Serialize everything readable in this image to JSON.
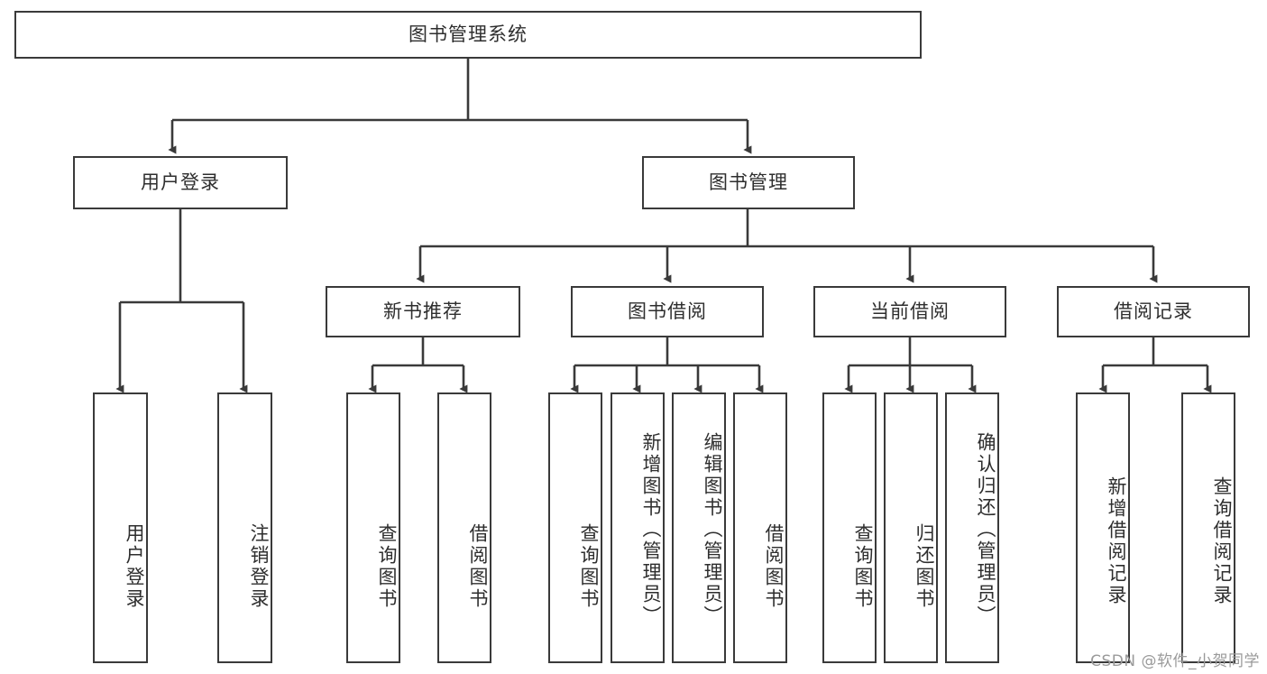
{
  "diagram": {
    "title": "图书管理系统",
    "watermark": "CSDN @软件_小贺同学",
    "line_color": "#3a3a3a",
    "text_color": "#2e2e2e",
    "background": "#ffffff",
    "levels": {
      "root": "图书管理系统",
      "level2": [
        "用户登录",
        "图书管理"
      ],
      "level3": [
        "新书推荐",
        "图书借阅",
        "当前借阅",
        "借阅记录"
      ]
    },
    "nodes": {
      "root": "图书管理系统",
      "user_login": "用户登录",
      "book_manage": "图书管理",
      "new_book_rec": "新书推荐",
      "book_borrow": "图书借阅",
      "current_borrow": "当前借阅",
      "borrow_record": "借阅记录",
      "leaf_user_login": "用户登录",
      "leaf_logout": "注销登录",
      "leaf_query_book_1": "查询图书",
      "leaf_borrow_book_1": "借阅图书",
      "leaf_query_book_2": "查询图书",
      "leaf_add_book_admin": "新增图书（管理员）",
      "leaf_edit_book_admin": "编辑图书（管理员）",
      "leaf_borrow_book_2": "借阅图书",
      "leaf_query_book_3": "查询图书",
      "leaf_return_book": "归还图书",
      "leaf_confirm_return_admin": "确认归还（管理员）",
      "leaf_add_record": "新增借阅记录",
      "leaf_query_record": "查询借阅记录"
    },
    "tree": {
      "name": "图书管理系统",
      "children": [
        {
          "name": "用户登录",
          "children": [
            {
              "name": "用户登录",
              "children": []
            },
            {
              "name": "注销登录",
              "children": []
            }
          ]
        },
        {
          "name": "图书管理",
          "children": [
            {
              "name": "新书推荐",
              "children": [
                {
                  "name": "查询图书",
                  "children": []
                },
                {
                  "name": "借阅图书",
                  "children": []
                }
              ]
            },
            {
              "name": "图书借阅",
              "children": [
                {
                  "name": "查询图书",
                  "children": []
                },
                {
                  "name": "新增图书（管理员）",
                  "children": []
                },
                {
                  "name": "编辑图书（管理员）",
                  "children": []
                },
                {
                  "name": "借阅图书",
                  "children": []
                }
              ]
            },
            {
              "name": "当前借阅",
              "children": [
                {
                  "name": "查询图书",
                  "children": []
                },
                {
                  "name": "归还图书",
                  "children": []
                },
                {
                  "name": "确认归还（管理员）",
                  "children": []
                }
              ]
            },
            {
              "name": "借阅记录",
              "children": [
                {
                  "name": "新增借阅记录",
                  "children": []
                },
                {
                  "name": "查询借阅记录",
                  "children": []
                }
              ]
            }
          ]
        }
      ]
    }
  }
}
